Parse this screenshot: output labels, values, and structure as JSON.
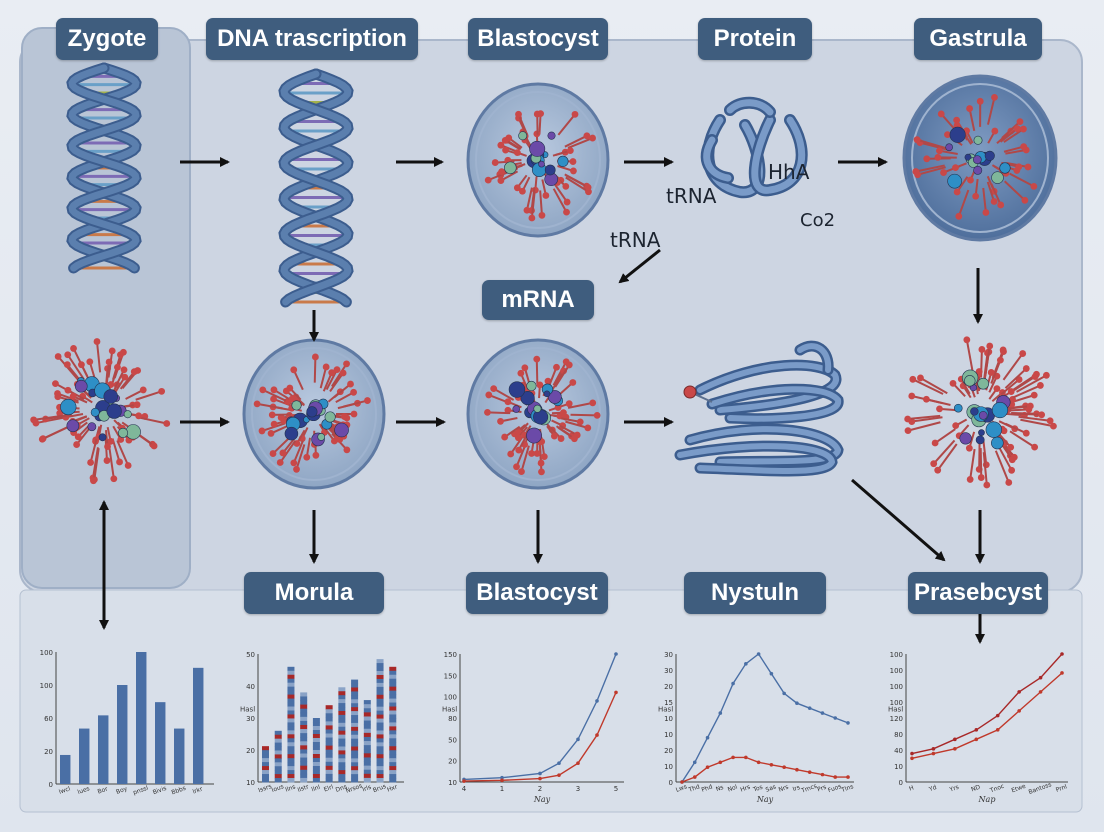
{
  "stages_top": [
    "Zygote",
    "DNA trascription",
    "Blastocyst",
    "Protein",
    "Gastrula"
  ],
  "middle_label": "mRNA",
  "stages_bottom": [
    "Morula",
    "Blastocyst",
    "Nystuln",
    "Prasebcyst"
  ],
  "protein_annotations": [
    "tRNA",
    "HhA",
    "Co2",
    "tRNA"
  ],
  "colors": {
    "label_bg": "#3f5d7e",
    "panel_bg": "#cdd5e2",
    "helix_blue": "#5b7fae",
    "sphere_red": "#c94848",
    "sphere_green": "#7fb79a",
    "sphere_navy": "#2c3e8c",
    "arrow": "#111111"
  },
  "chart_data": [
    {
      "type": "bar",
      "yticks": [
        "100",
        "100",
        "60",
        "20",
        "0"
      ],
      "categories": [
        "lwcl",
        "lues",
        "Bor",
        "Boy",
        "pnssl",
        "Bivis",
        "Bbbs",
        "lrkr"
      ],
      "values": [
        22,
        42,
        52,
        75,
        100,
        62,
        42,
        88
      ],
      "ylim": [
        0,
        100
      ]
    },
    {
      "type": "bar",
      "ylabel": "Hasl",
      "yticks": [
        "50",
        "40",
        "30",
        "20",
        "10"
      ],
      "categories": [
        "Issrs",
        "Ious",
        "Ilns",
        "Ilstr",
        "llnl",
        "Elrl",
        "Dns",
        "Nrsos",
        "Irls",
        "Brus",
        "Hxr"
      ],
      "values": [
        14,
        20,
        45,
        35,
        25,
        30,
        37,
        40,
        32,
        48,
        45
      ],
      "ylim": [
        0,
        50
      ]
    },
    {
      "type": "line",
      "ylabel": "Hasl",
      "xlabel": "Nay",
      "yticks": [
        "150",
        "150",
        "100",
        "80",
        "50",
        "20",
        "10"
      ],
      "xticks": [
        "4",
        "1",
        "2",
        "3",
        "5"
      ],
      "series": [
        {
          "color": "#4a6fa5",
          "x": [
            0,
            1,
            2,
            2.5,
            3,
            3.5,
            4
          ],
          "y": [
            3,
            5,
            10,
            22,
            50,
            95,
            150
          ]
        },
        {
          "color": "#c0392b",
          "x": [
            0,
            1,
            2,
            2.5,
            3,
            3.5,
            4
          ],
          "y": [
            1,
            2,
            4,
            8,
            22,
            55,
            105
          ]
        }
      ]
    },
    {
      "type": "line",
      "ylabel": "Hasl",
      "xlabel": "Nay",
      "yticks": [
        "30",
        "30",
        "20",
        "15",
        "10",
        "10",
        "20",
        "10",
        "0"
      ],
      "categories": [
        "Lws",
        "Thd",
        "Phd",
        "Ns",
        "Nol",
        "Hrs",
        "Tos",
        "Sas",
        "Nrs",
        "Irs",
        "Tmcs",
        "Prs",
        "Fuos",
        "Tlns"
      ],
      "series": [
        {
          "color": "#4a6fa5",
          "y": [
            0,
            4,
            9,
            14,
            20,
            24,
            26,
            22,
            18,
            16,
            15,
            14,
            13,
            12
          ]
        },
        {
          "color": "#c0392b",
          "y": [
            0,
            1,
            3,
            4,
            5,
            5,
            4,
            3.5,
            3,
            2.5,
            2,
            1.5,
            1,
            1
          ]
        }
      ]
    },
    {
      "type": "line",
      "ylabel": "Hasl",
      "xlabel": "Nap",
      "yticks": [
        "100",
        "100",
        "100",
        "100",
        "120",
        "80",
        "40",
        "10",
        "0"
      ],
      "categories": [
        "H",
        "Yd",
        "Yrs",
        "ND",
        "Tnoc",
        "Etwe",
        "Bantoss",
        "Prnl"
      ],
      "series": [
        {
          "color": "#a82828",
          "y": [
            30,
            35,
            45,
            55,
            70,
            95,
            110,
            135
          ]
        },
        {
          "color": "#c0392b",
          "y": [
            25,
            30,
            35,
            45,
            55,
            75,
            95,
            115
          ]
        }
      ]
    }
  ]
}
